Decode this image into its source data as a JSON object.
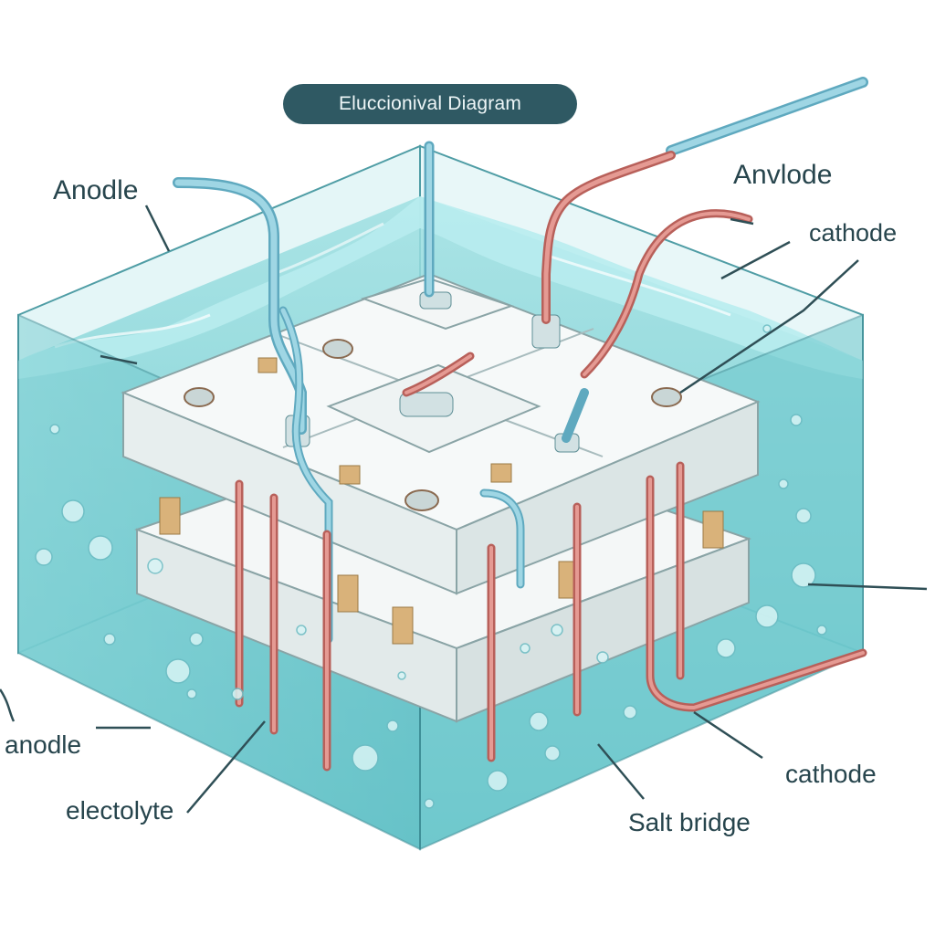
{
  "title": "Eluccionival Diagram",
  "labels": {
    "anode_top_left": "Anodle",
    "anode_top_right": "Anvlode",
    "cathode_top_right": "cathode",
    "anode_bottom_left": "anodle",
    "electrolyte": "electolyte",
    "salt_bridge": "Salt bridge",
    "cathode_bottom_right": "cathode"
  },
  "colors": {
    "water": "#7fd3d6",
    "water_dark": "#4fb8bf",
    "tank_edge": "#3f8f98",
    "block": "#eef3f3",
    "blue_wire": "#86c4d8",
    "red_wire": "#d98a84",
    "title_bg": "#2f5963",
    "label_text": "#27454d"
  }
}
